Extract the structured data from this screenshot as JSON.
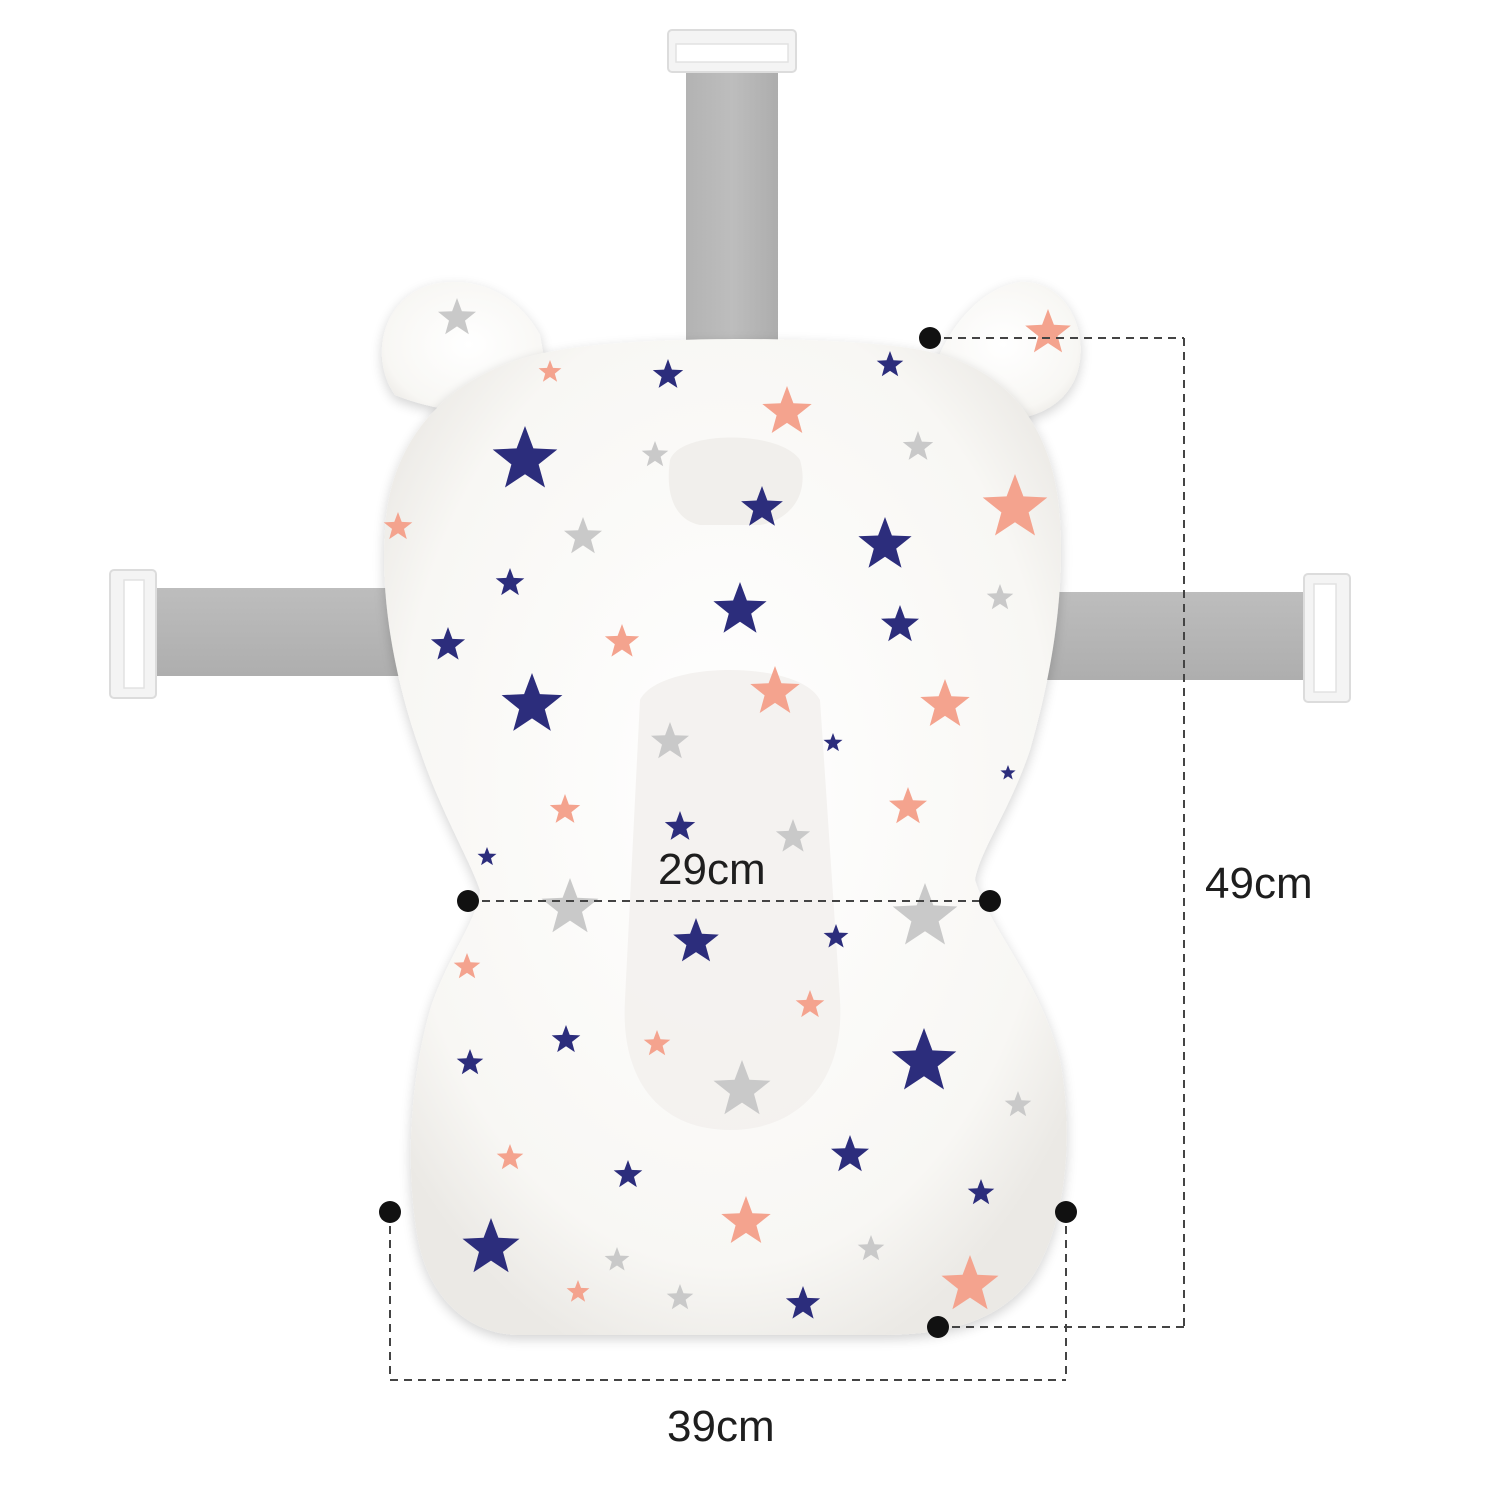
{
  "product": {
    "name_icon": "baby-bath-seat-cushion",
    "colors": {
      "cushion": "#fbfaf8",
      "cushion_shadow": "#e9e7e3",
      "strap": "#b9b9b9",
      "strap_dark": "#a9a9a9",
      "clip": "#f4f4f4",
      "star_navy": "#2c2d7c",
      "star_peach": "#f4a38e",
      "star_grey": "#c9c9c9",
      "dimension_line": "#444444",
      "dimension_dot": "#111111"
    }
  },
  "dimensions": {
    "waist_width": "29cm",
    "total_height": "49cm",
    "bottom_width": "39cm"
  }
}
